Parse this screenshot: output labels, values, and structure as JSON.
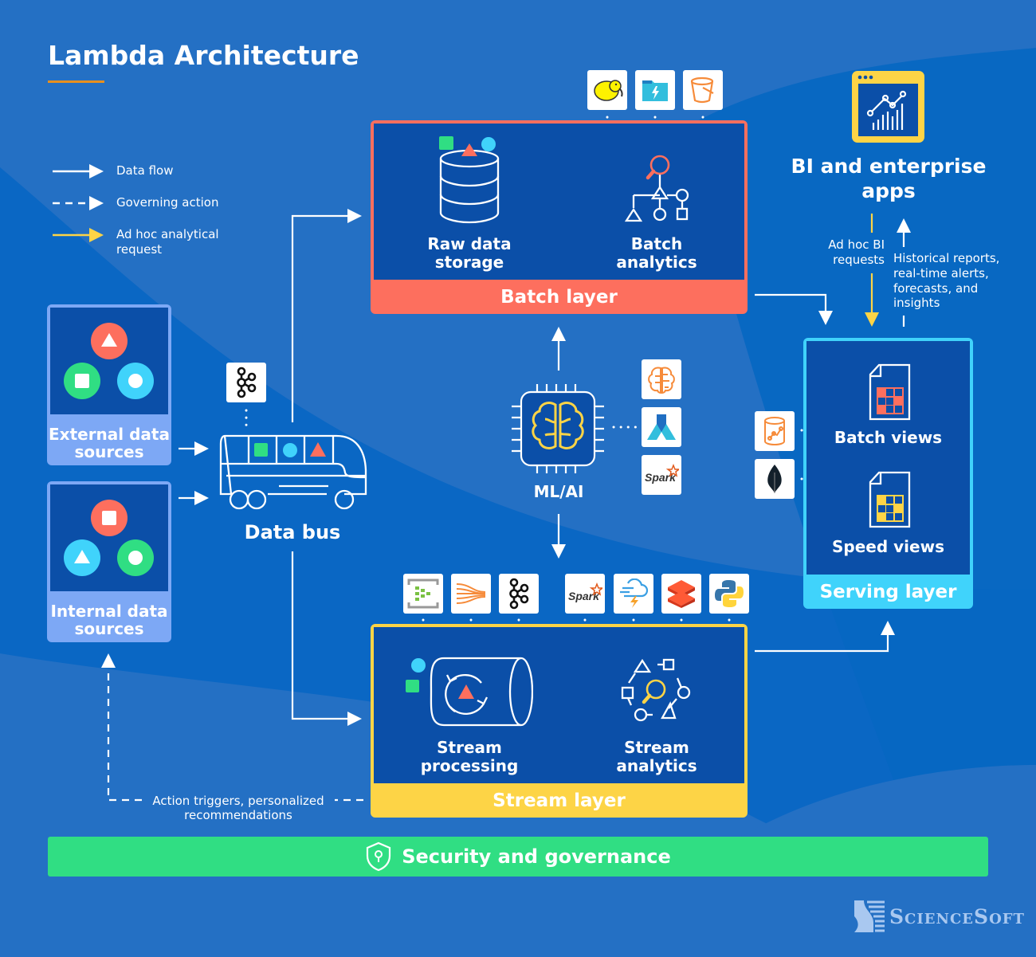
{
  "title": "Lambda Architecture",
  "colors": {
    "background": "#2470c4",
    "panel": "#0b4fa8",
    "batch": "#fd6f5e",
    "stream": "#fdd446",
    "serving": "#40d3fb",
    "source": "#7da8f5",
    "security": "#30de83",
    "accent_underline": "#e8901e"
  },
  "legend": [
    {
      "label": "Data flow",
      "style": "solid",
      "color": "#ffffff"
    },
    {
      "label": "Governing action",
      "style": "dashed",
      "color": "#ffffff"
    },
    {
      "label": "Ad hoc analytical request",
      "style": "solid",
      "color": "#fdd446"
    }
  ],
  "sources": {
    "external": "External data sources",
    "internal": "Internal data sources"
  },
  "data_bus": {
    "label": "Data bus",
    "tool": "kafka-icon"
  },
  "batch_layer": {
    "title": "Batch layer",
    "raw_storage": "Raw data storage",
    "analytics": "Batch analytics",
    "tools": [
      "hadoop-icon",
      "azure-data-lake-icon",
      "amazon-s3-icon"
    ]
  },
  "ml": {
    "label": "ML/AI",
    "tools": [
      "aws-sagemaker-icon",
      "azure-ml-icon",
      "apache-spark-icon"
    ]
  },
  "stream_layer": {
    "title": "Stream layer",
    "processing": "Stream processing",
    "analytics": "Stream analytics",
    "tools": [
      "azure-event-hubs-icon",
      "amazon-kinesis-icon",
      "kafka-icon",
      "apache-spark-icon",
      "azure-stream-analytics-icon",
      "databricks-icon",
      "python-icon"
    ]
  },
  "serving_layer": {
    "title": "Serving layer",
    "batch_views": "Batch views",
    "speed_views": "Speed views",
    "tools": [
      "amazon-redshift-icon",
      "mongodb-icon"
    ]
  },
  "bi": {
    "title": "BI and enterprise apps",
    "requests": "Ad hoc BI requests",
    "outputs": "Historical reports, real-time alerts, forecasts, and insights"
  },
  "feedback": "Action triggers, personalized recommendations",
  "security": "Security and governance",
  "brand": "ScienceSoft"
}
